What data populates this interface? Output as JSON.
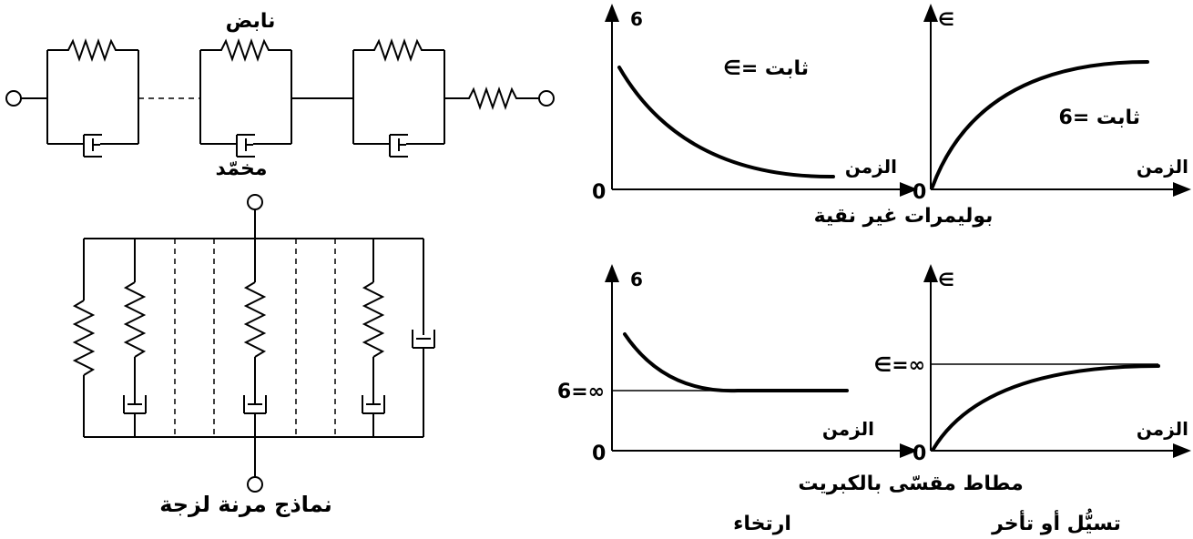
{
  "labels": {
    "spring": "نابض",
    "dashpot": "مخمّد",
    "models_caption": "نماذج مرنة لزجة",
    "impure_polymers": "بوليمرات غير نقية",
    "vulcanized_rubber": "مطاط مقسّى بالكبريت",
    "relaxation": "ارتخاء",
    "creep": "تسيُّل أو تأخر"
  },
  "graphs": {
    "time_label": "الزمن",
    "origin": "0",
    "strain_symbol": "∈",
    "stress_symbol": "6",
    "const_strain": "∈= ثابت",
    "const_stress": "6= ثابت",
    "stress_inf": "6=∞",
    "strain_inf": "∈=∞"
  }
}
